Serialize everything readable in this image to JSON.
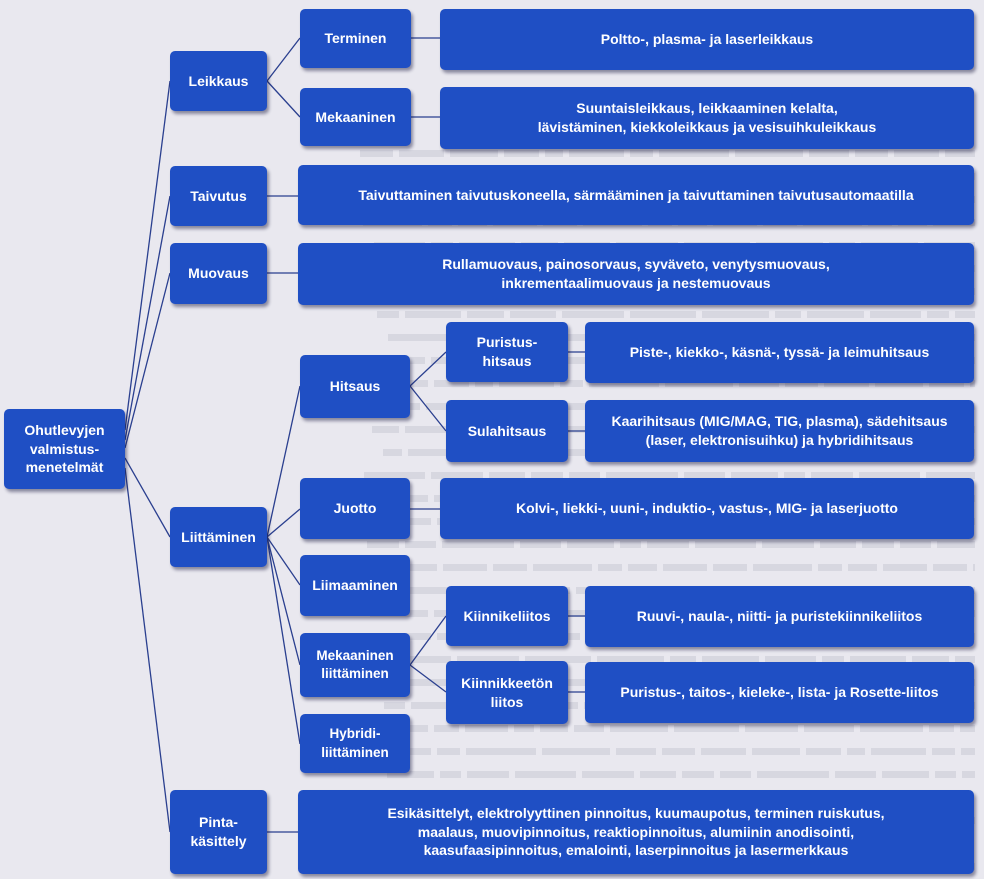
{
  "diagram": {
    "root": {
      "label": "Ohutlevyjen\nvalmistus-\nmenetelmät"
    },
    "categories": {
      "leikkaus": "Leikkaus",
      "taivutus": "Taivutus",
      "muovaus": "Muovaus",
      "liittaminen": "Liittäminen",
      "pintakasittely": "Pinta-\nkäsittely"
    },
    "subcategories": {
      "terminen": "Terminen",
      "mekaaninen": "Mekaaninen",
      "hitsaus": "Hitsaus",
      "juotto": "Juotto",
      "liimaaminen": "Liimaaminen",
      "mekaaninen_liittaminen": "Mekaaninen\nliittäminen",
      "hybridi_liittaminen": "Hybridi-\nliittäminen"
    },
    "types": {
      "puristushitsaus": "Puristus-\nhitsaus",
      "sulahitsaus": "Sulahitsaus",
      "kiinnikeliitos": "Kiinnikeliitos",
      "kiinnikkeeton_liitos": "Kiinnikkeetön\nliitos"
    },
    "methods": {
      "terminen": "Poltto-, plasma- ja laserleikkaus",
      "mekaaninen": "Suuntaisleikkaus, leikkaaminen kelalta,\nlävistäminen, kiekkoleikkaus ja vesisuihkuleikkaus",
      "taivutus": "Taivuttaminen taivutuskoneella, särmääminen ja taivuttaminen taivutusautomaatilla",
      "muovaus": "Rullamuovaus, painosorvaus, syväveto, venytysmuovaus,\ninkrementaalimuovaus ja nestemuovaus",
      "puristushitsaus": "Piste-, kiekko-, käsnä-, tyssä- ja leimuhitsaus",
      "sulahitsaus": "Kaarihitsaus (MIG/MAG, TIG, plasma), sädehitsaus\n(laser, elektronisuihku) ja hybridihitsaus",
      "juotto": "Kolvi-, liekki-, uuni-, induktio-, vastus-, MIG- ja laserjuotto",
      "kiinnikeliitos": "Ruuvi-, naula-, niitti- ja puristekiinnikeliitos",
      "kiinnikkeeton_liitos": "Puristus-, taitos-, kieleke-, lista- ja Rosette-liitos",
      "pintakasittely": "Esikäsittelyt, elektrolyyttinen pinnoitus, kuumaupotus, terminen ruiskutus,\nmaalaus, muovipinnoitus, reaktiopinnoitus, alumiinin anodisointi,\nkaasufaasipinnoitus, emalointi, laserpinnoitus ja lasermerkkaus"
    },
    "colors": {
      "box_fill": "#1f4fc4",
      "box_text": "#ffffff",
      "line": "#2a3f8f",
      "background": "#e9e8ef"
    }
  }
}
